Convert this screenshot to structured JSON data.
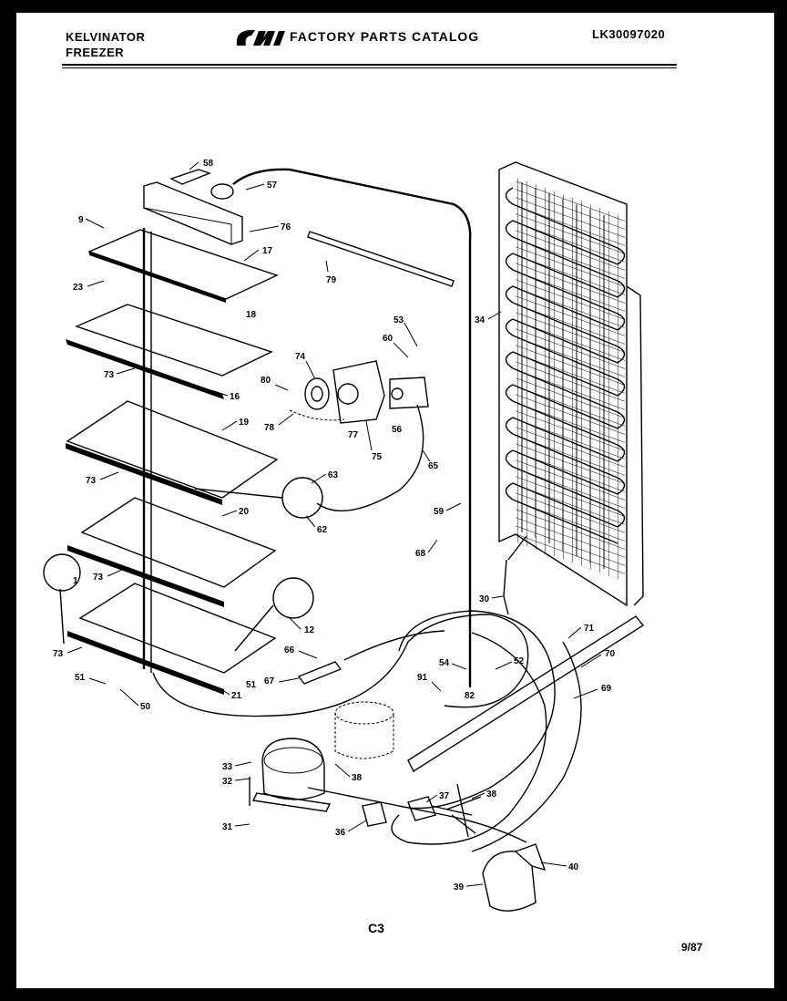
{
  "header": {
    "brand_line1": "KELVINATOR",
    "brand_line2": "FREEZER",
    "catalog_title": "FACTORY PARTS CATALOG",
    "model_number": "LK30097020"
  },
  "footer": {
    "figure_code": "C3",
    "date_code": "9/87"
  },
  "part_labels": [
    "58",
    "57",
    "9",
    "76",
    "17",
    "23",
    "79",
    "18",
    "53",
    "34",
    "60",
    "74",
    "73",
    "80",
    "16",
    "78",
    "77",
    "56",
    "19",
    "75",
    "65",
    "73",
    "63",
    "59",
    "62",
    "20",
    "68",
    "73",
    "1",
    "30",
    "12",
    "73",
    "66",
    "71",
    "54",
    "52",
    "51",
    "67",
    "91",
    "70",
    "82",
    "69",
    "21",
    "51",
    "50",
    "33",
    "32",
    "38",
    "37",
    "38",
    "31",
    "36",
    "40",
    "39"
  ]
}
